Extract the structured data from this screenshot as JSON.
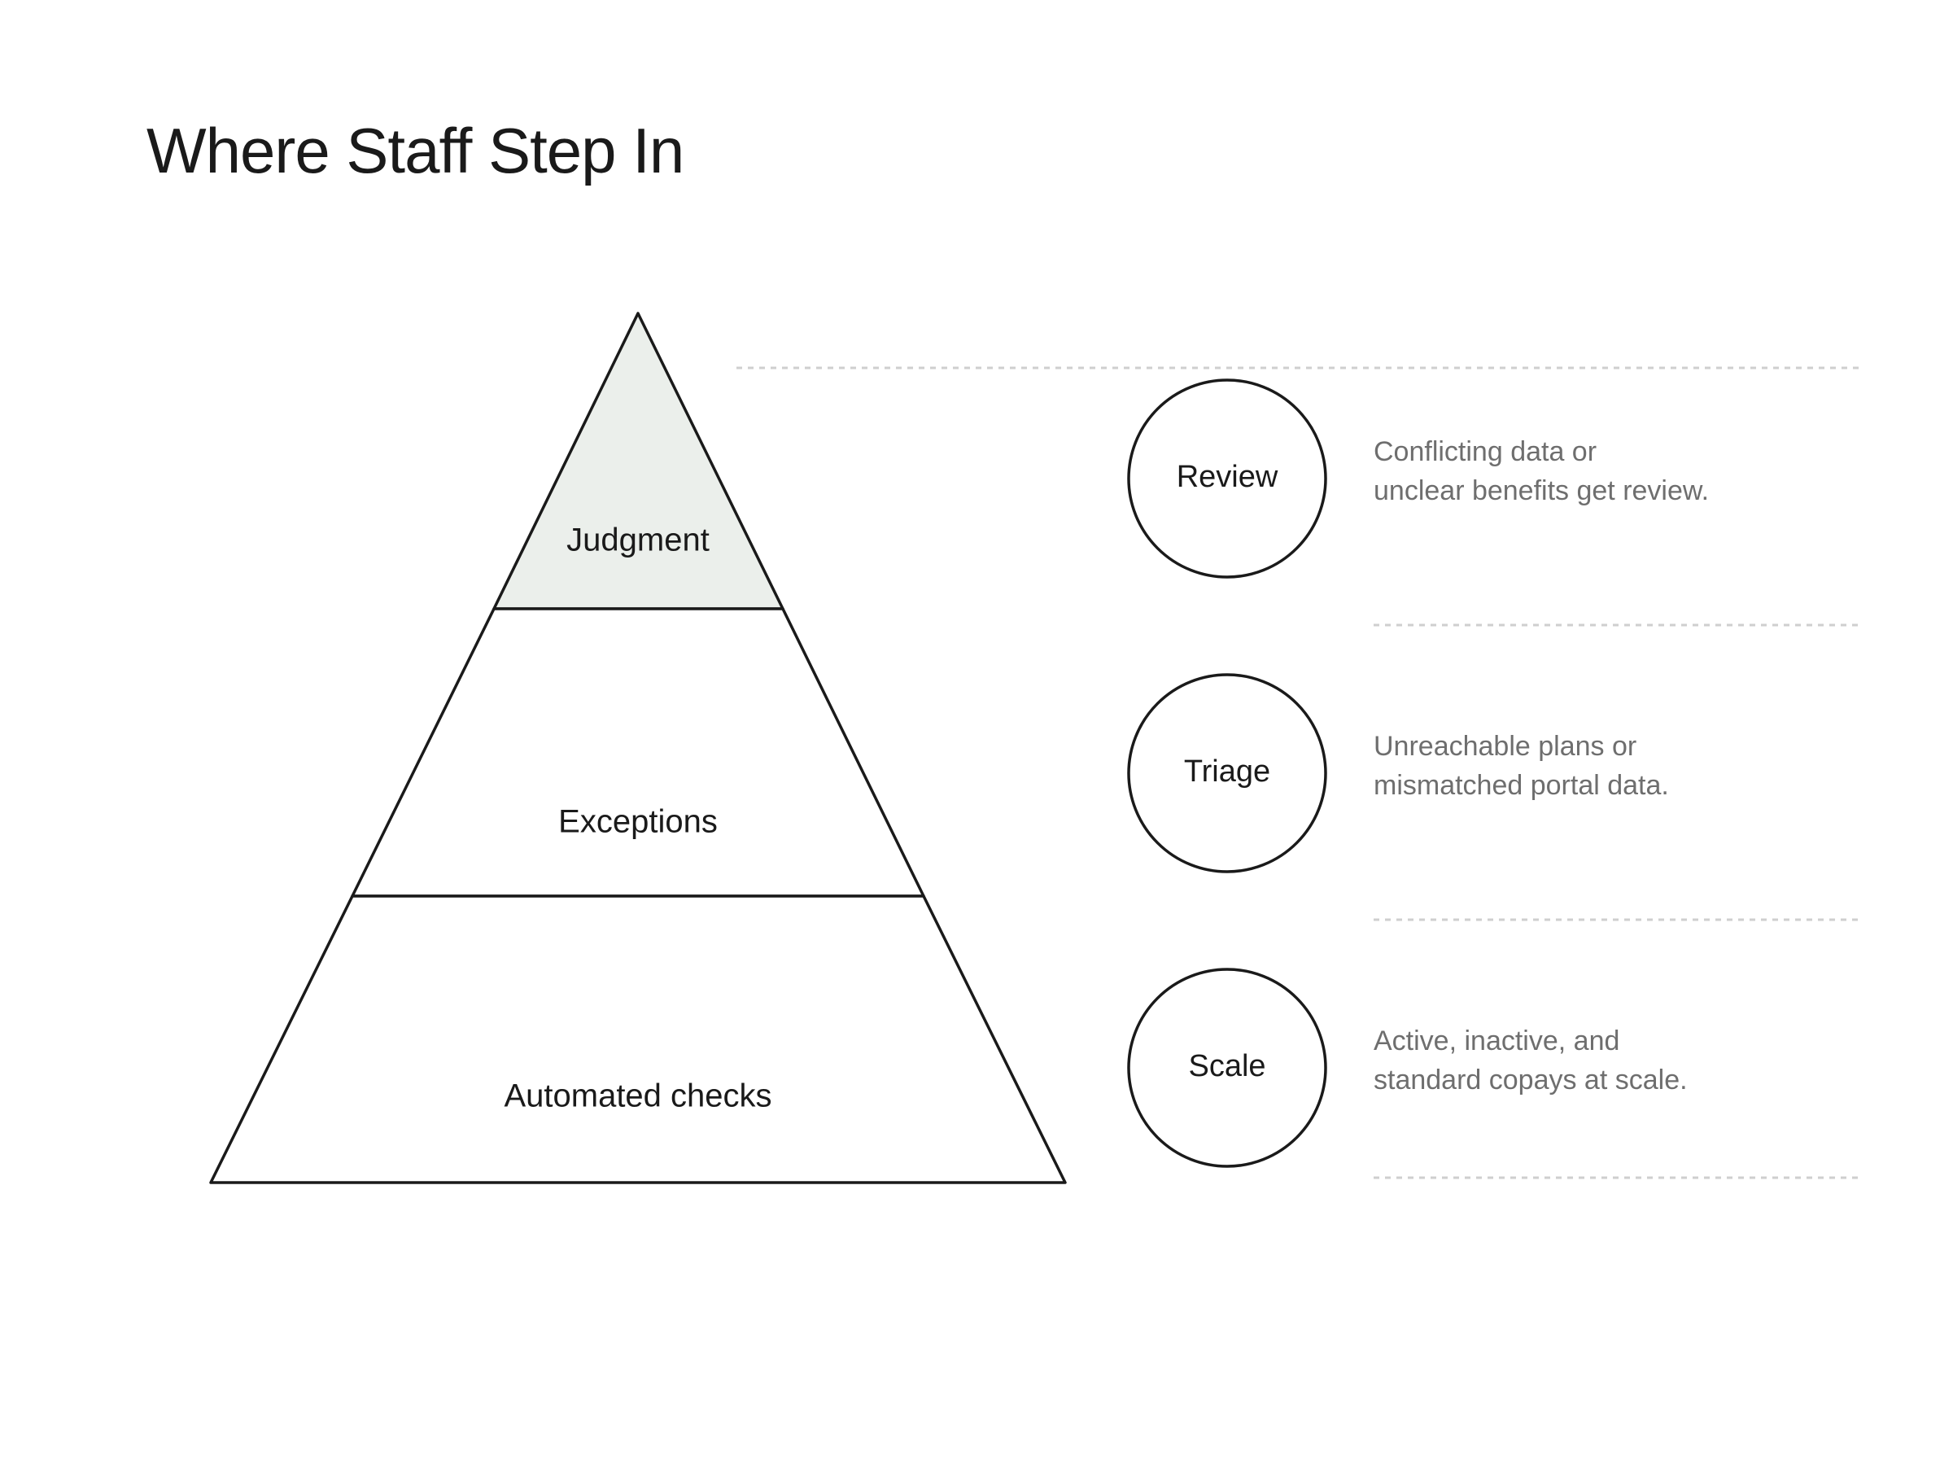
{
  "title": "Where Staff Step In",
  "pyramid": {
    "tiers": [
      {
        "label": "Judgment",
        "fill": "#ebefeb"
      },
      {
        "label": "Exceptions",
        "fill": "#ffffff"
      },
      {
        "label": "Automated checks",
        "fill": "#ffffff"
      }
    ],
    "stroke": "#1a1a1a"
  },
  "roles": [
    {
      "badge": "Review",
      "lines": [
        "Conflicting data or",
        "unclear benefits get review."
      ]
    },
    {
      "badge": "Triage",
      "lines": [
        "Unreachable plans or",
        "mismatched portal data."
      ]
    },
    {
      "badge": "Scale",
      "lines": [
        "Active, inactive, and",
        "standard copays at scale."
      ]
    }
  ],
  "colors": {
    "text": "#1a1a1a",
    "muted": "#6e6e6e",
    "divider": "#cfcfcf",
    "highlight": "#ebefeb"
  }
}
